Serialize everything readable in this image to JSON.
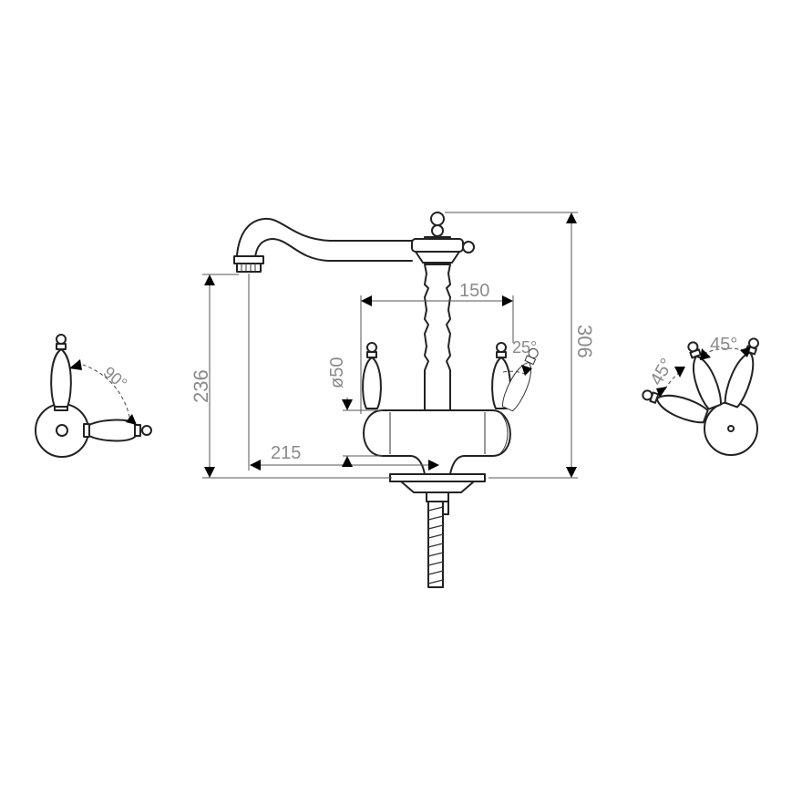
{
  "diagram": {
    "dimensions": {
      "total_height": "306",
      "spout_height": "236",
      "spout_reach": "215",
      "handle_spacing": "150",
      "base_diameter": "ø50"
    },
    "angles": {
      "side_handle_rotation": "90°",
      "front_handle_tilt": "25°",
      "right_handle_left": "45°",
      "right_handle_right": "45°"
    },
    "colors": {
      "line": "#222222",
      "dimension_text": "#8a8a8a",
      "arrow": "#000000"
    }
  }
}
